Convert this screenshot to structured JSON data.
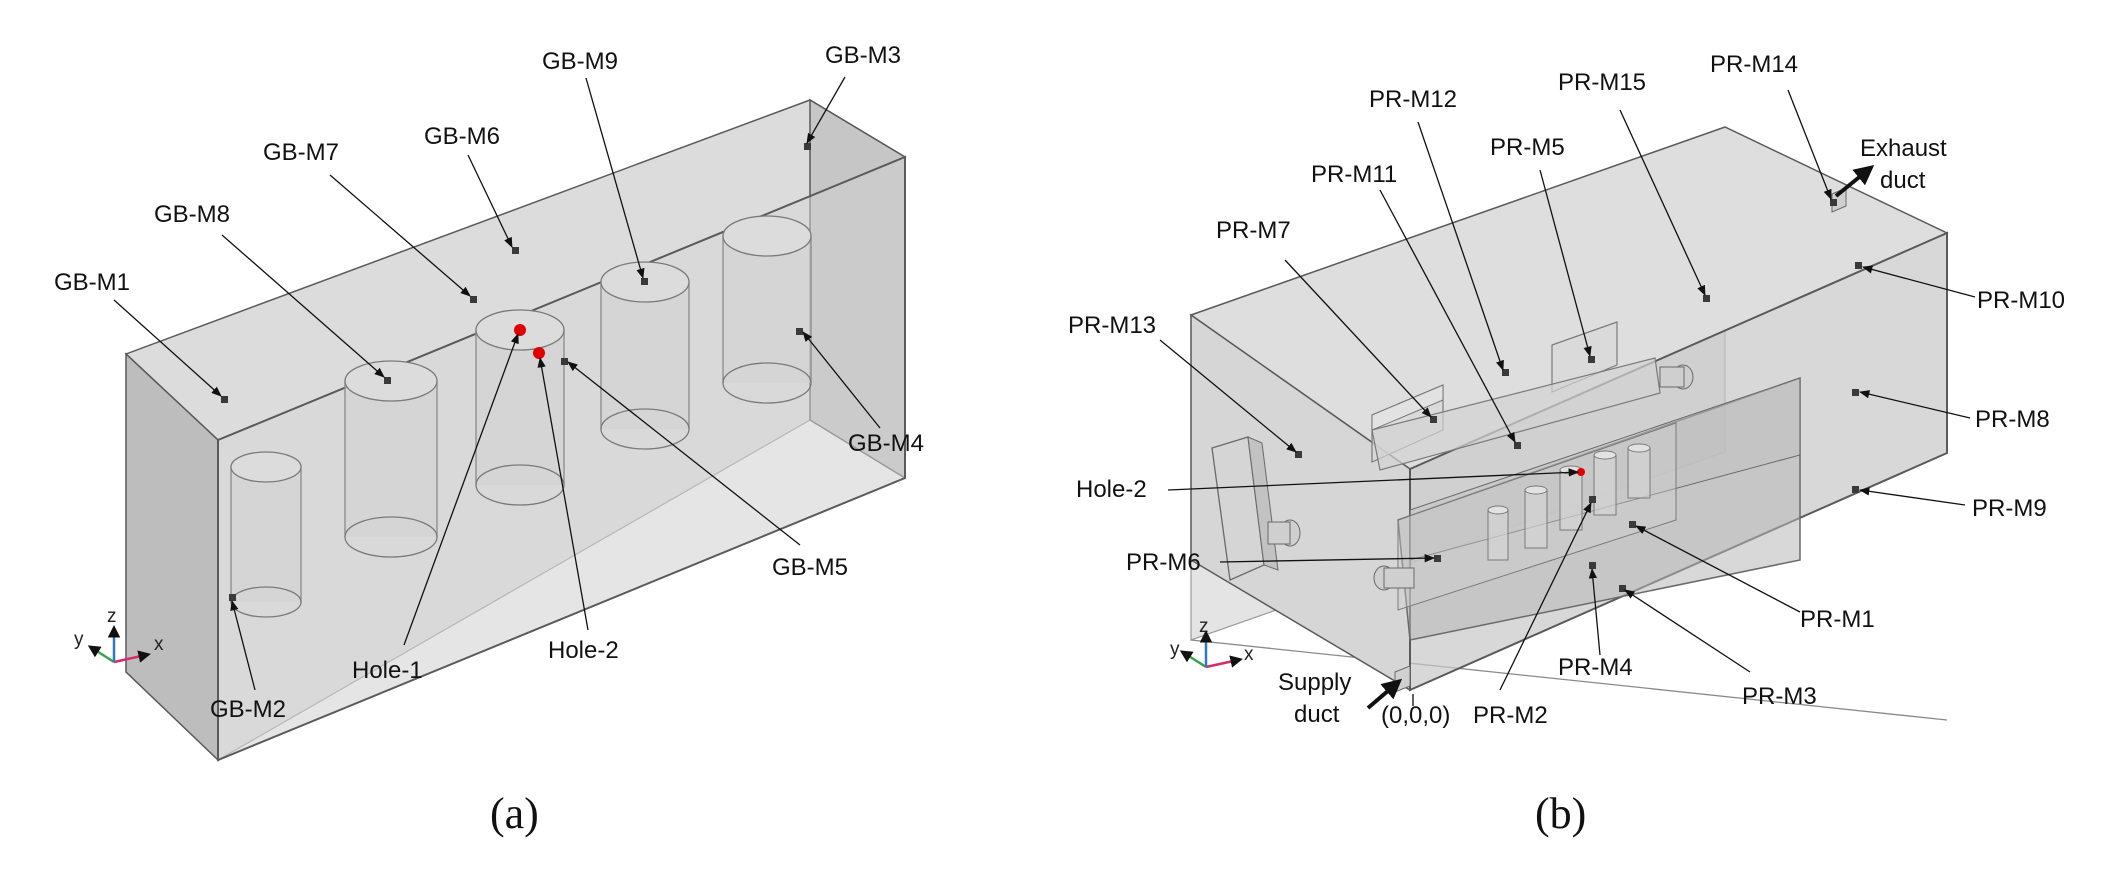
{
  "panel_a": {
    "caption": "(a)",
    "labels": {
      "m1": "GB-M1",
      "m2": "GB-M2",
      "m3": "GB-M3",
      "m4": "GB-M4",
      "m5": "GB-M5",
      "m6": "GB-M6",
      "m7": "GB-M7",
      "m8": "GB-M8",
      "m9": "GB-M9",
      "hole1": "Hole-1",
      "hole2": "Hole-2"
    },
    "axes": {
      "x": "x",
      "y": "y",
      "z": "z"
    }
  },
  "panel_b": {
    "caption": "(b)",
    "labels": {
      "m1": "PR-M1",
      "m2": "PR-M2",
      "m3": "PR-M3",
      "m4": "PR-M4",
      "m5": "PR-M5",
      "m6": "PR-M6",
      "m7": "PR-M7",
      "m8": "PR-M8",
      "m9": "PR-M9",
      "m10": "PR-M10",
      "m11": "PR-M11",
      "m12": "PR-M12",
      "m13": "PR-M13",
      "m14": "PR-M14",
      "m15": "PR-M15",
      "hole2": "Hole-2",
      "exhaust_1": "Exhaust",
      "exhaust_2": "duct",
      "supply_1": "Supply",
      "supply_2": "duct",
      "origin": "(0,0,0)"
    },
    "axes": {
      "x": "x",
      "y": "y",
      "z": "z"
    }
  },
  "colors": {
    "box_fill": "#d9d9d9",
    "box_face": "#c4c4c4",
    "hole_marker": "#e00000",
    "axis_x": "#d62a6b",
    "axis_y": "#3aa14a",
    "axis_z": "#2f78c4"
  }
}
